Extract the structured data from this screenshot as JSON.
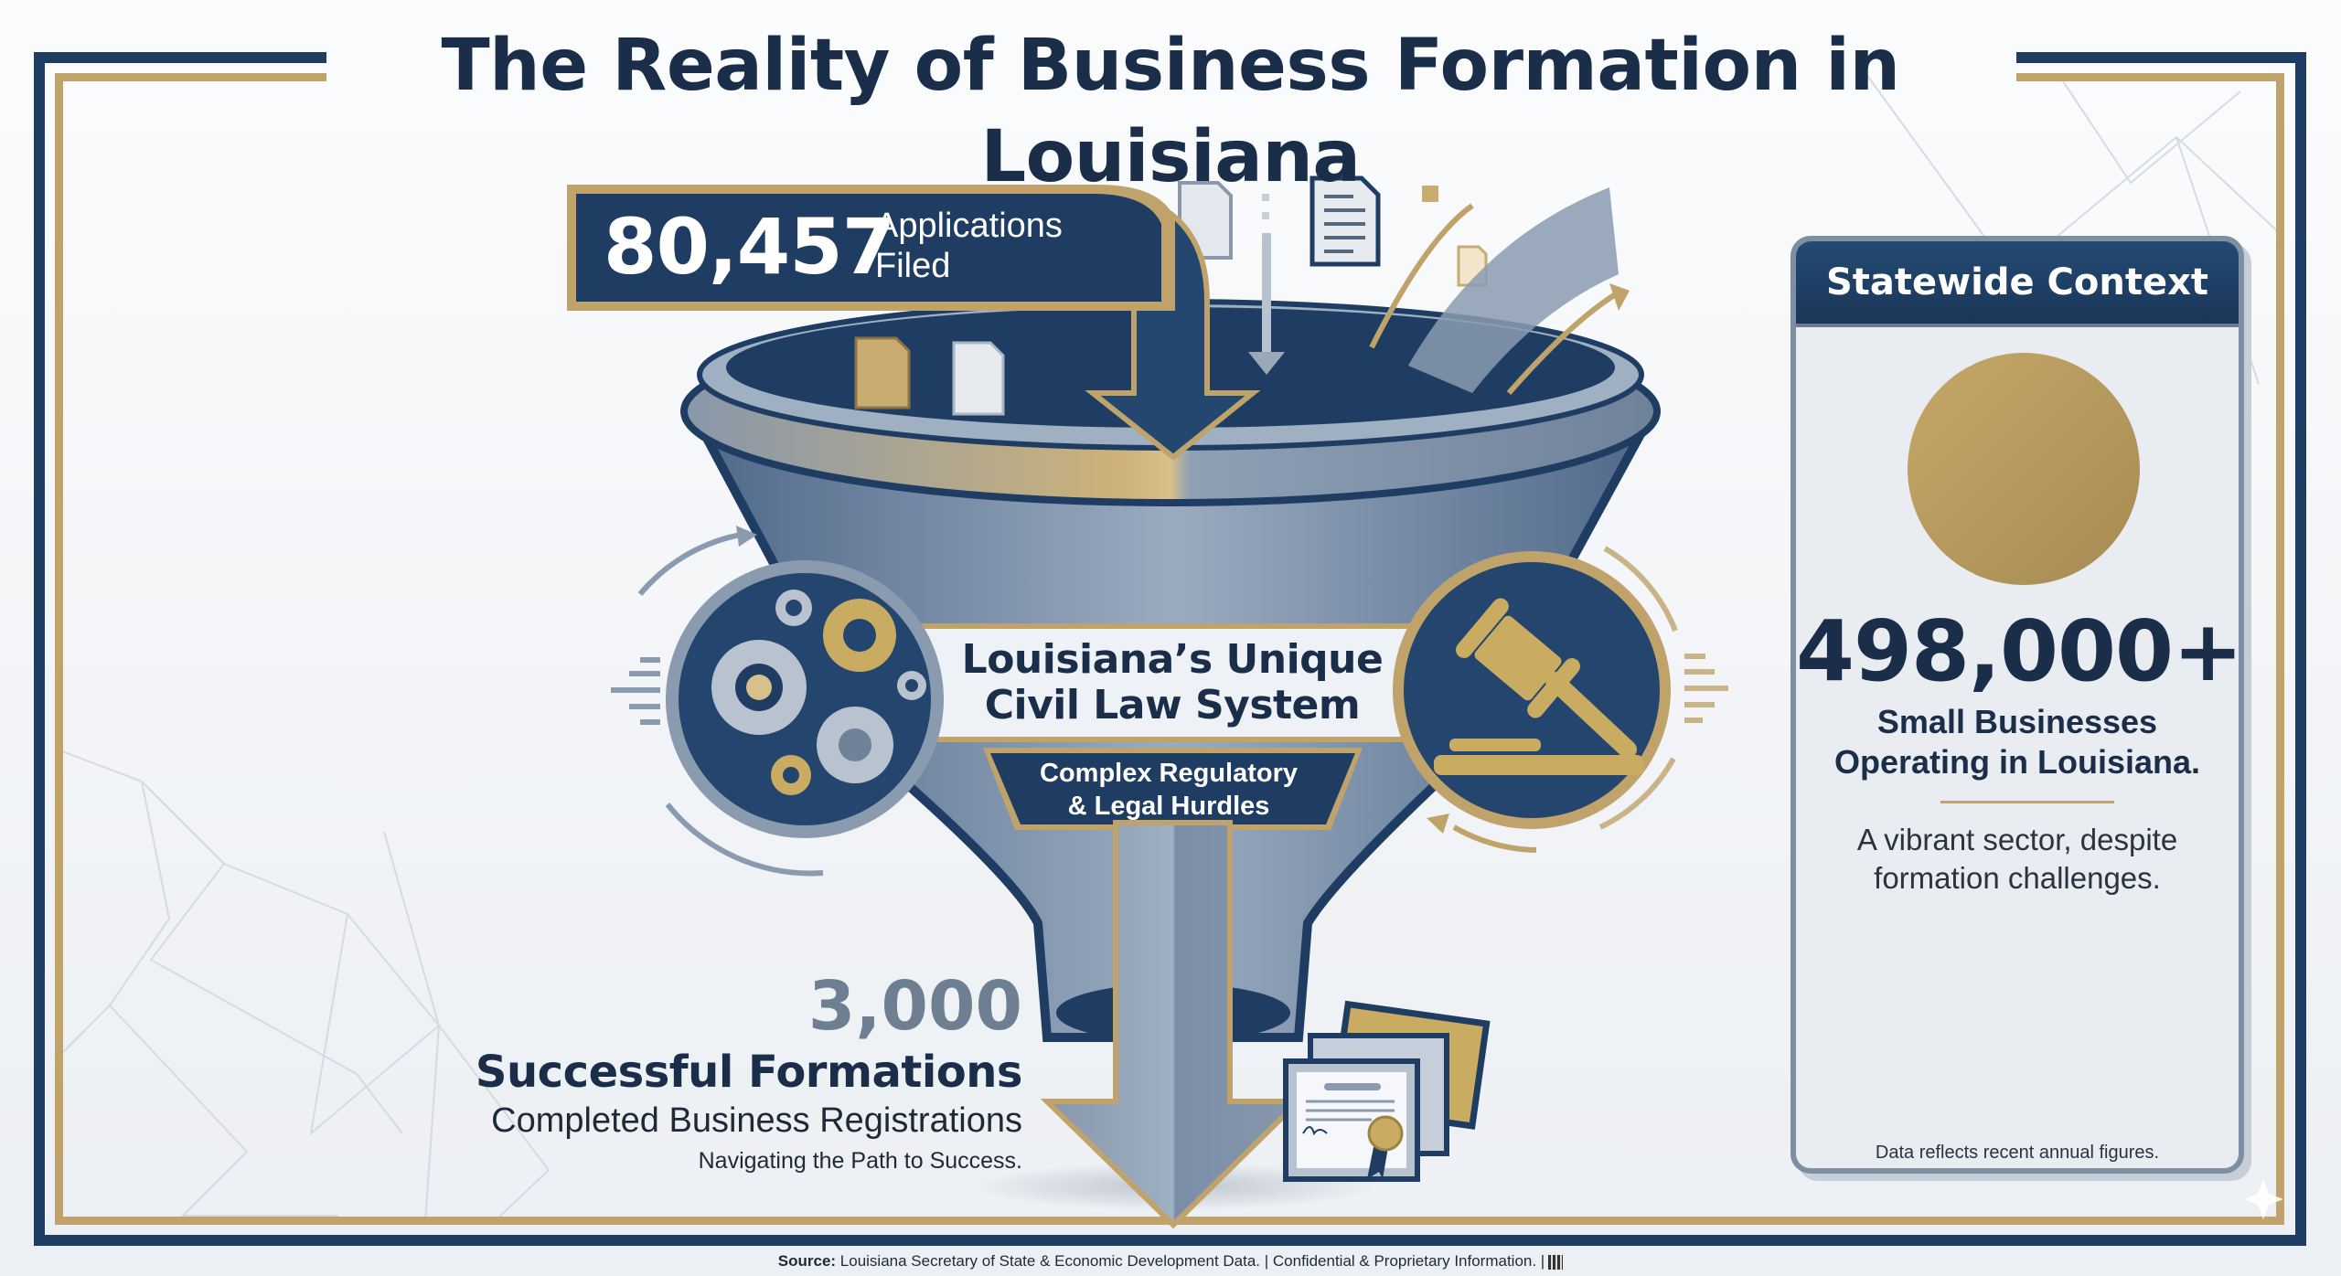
{
  "header": {
    "title": "The Reality of Business Formation in Louisiana"
  },
  "funnel": {
    "applications": {
      "value": "80,457",
      "label_line1": "Applications",
      "label_line2": "Filed"
    },
    "center_banner": {
      "line1": "Louisiana’s Unique",
      "line2": "Civil Law System"
    },
    "sub_banner": {
      "line1": "Complex Regulatory",
      "line2": "& Legal Hurdles"
    },
    "icons": {
      "left_circle": "gears-icon",
      "right_circle": "gavel-icon",
      "output": "certificates-icon",
      "input": "documents-icon"
    }
  },
  "outcome": {
    "value": "3,000",
    "title": "Successful Formations",
    "subtitle": "Completed Business Registrations",
    "tagline": "Navigating the Path to Success."
  },
  "statewide_panel": {
    "header": "Statewide Context",
    "icon": "storefront-icon",
    "value": "498,000+",
    "label_line1": "Small Businesses",
    "label_line2": "Operating in Louisiana.",
    "desc_line1": "A vibrant sector, despite",
    "desc_line2": "formation challenges.",
    "map_icon": "louisiana-map-icon",
    "footnote": "Data reflects recent annual figures."
  },
  "footer": {
    "source_label": "Source:",
    "source_text": " Louisiana Secretary of State & Economic Development Data. | Confidential & Proprietary Information. |"
  },
  "colors": {
    "navy": "#1f3d63",
    "dark_navy": "#1a2e4a",
    "gold": "#bfa36a",
    "steel": "#8a9bb0",
    "background": "#f3f5f8"
  },
  "chart_data": {
    "type": "funnel",
    "title": "The Reality of Business Formation in Louisiana",
    "stages": [
      {
        "label": "Applications Filed",
        "value": 80457
      },
      {
        "label": "Successful Formations",
        "value": 3000
      }
    ],
    "barrier": "Louisiana’s Unique Civil Law System — Complex Regulatory & Legal Hurdles",
    "context": {
      "label": "Small Businesses Operating in Louisiana",
      "value": "498,000+"
    }
  }
}
